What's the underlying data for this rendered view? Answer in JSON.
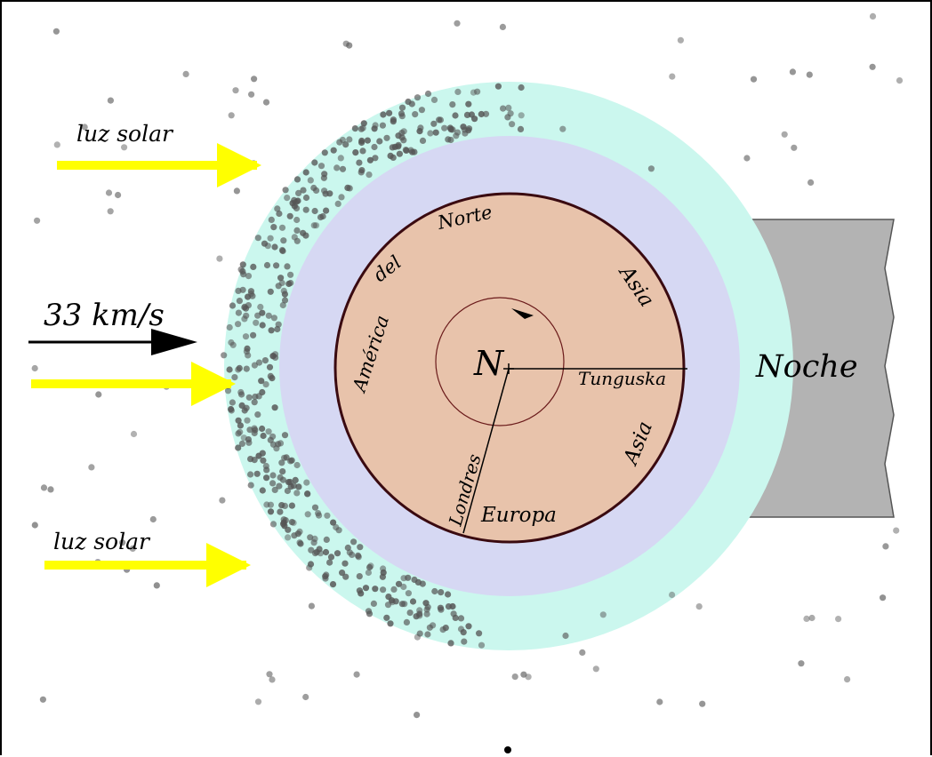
{
  "labels": {
    "sunlight_top": "luz solar",
    "sunlight_bottom": "luz solar",
    "speed": "33 km/s",
    "night": "Noche",
    "north_pole": "N",
    "america_1": "América",
    "america_2": "del",
    "america_3": "Norte",
    "asia_top": "Asia",
    "asia_bottom": "Asia",
    "europe": "Europa",
    "london": "Londres",
    "tunguska": "Tunguska"
  },
  "colors": {
    "sunlight_arrow": "#ffff00",
    "speed_arrow": "#000000",
    "dust_halo": "#cbf7ee",
    "atmosphere": "#d6d8f3",
    "earth_surface": "#e8c3ab",
    "earth_outline": "#3a0a10",
    "night_shadow": "#b3b3b3",
    "dust_particle": "#555555"
  }
}
